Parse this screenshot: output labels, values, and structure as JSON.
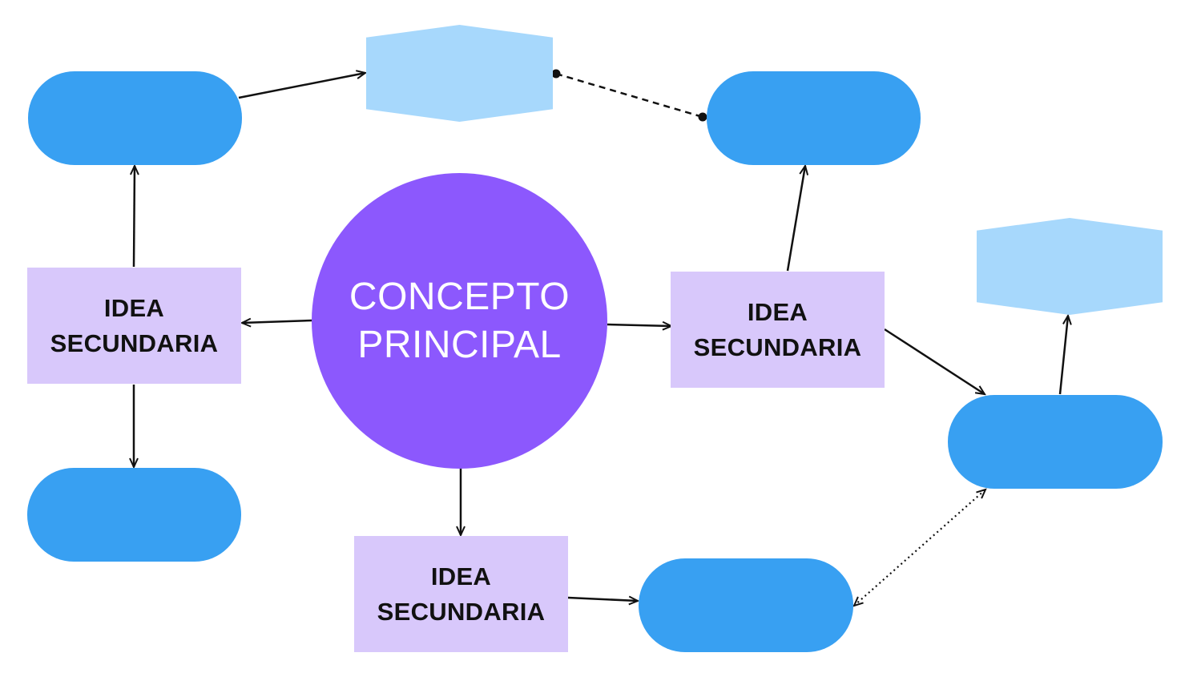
{
  "colors": {
    "pill": "#38a0f2",
    "rect": "#d8c8fb",
    "hex": "#a7d8fc",
    "circle": "#8c58fd",
    "line": "#111111"
  },
  "central": {
    "label": "CONCEPTO\nPRINCIPAL"
  },
  "ideas": [
    {
      "label": "IDEA\nSECUNDARIA"
    },
    {
      "label": "IDEA\nSECUNDARIA"
    },
    {
      "label": "IDEA\nSECUNDARIA"
    }
  ],
  "connectors": [
    {
      "from": "central",
      "to": "idea-left",
      "style": "arrow"
    },
    {
      "from": "central",
      "to": "idea-right",
      "style": "arrow"
    },
    {
      "from": "central",
      "to": "idea-bottom",
      "style": "arrow"
    },
    {
      "from": "idea-left",
      "to": "pill-top-left",
      "style": "arrow"
    },
    {
      "from": "idea-left",
      "to": "pill-bottom-left",
      "style": "arrow"
    },
    {
      "from": "pill-top-left",
      "to": "hex-top",
      "style": "arrow"
    },
    {
      "from": "hex-top",
      "to": "pill-top-right",
      "style": "dashed-dots"
    },
    {
      "from": "idea-right",
      "to": "pill-top-right",
      "style": "arrow"
    },
    {
      "from": "idea-right",
      "to": "pill-right",
      "style": "arrow"
    },
    {
      "from": "pill-right",
      "to": "hex-right",
      "style": "arrow"
    },
    {
      "from": "idea-bottom",
      "to": "pill-bottom",
      "style": "arrow"
    },
    {
      "from": "pill-bottom",
      "to": "pill-right",
      "style": "dotted-double-arrow"
    }
  ]
}
